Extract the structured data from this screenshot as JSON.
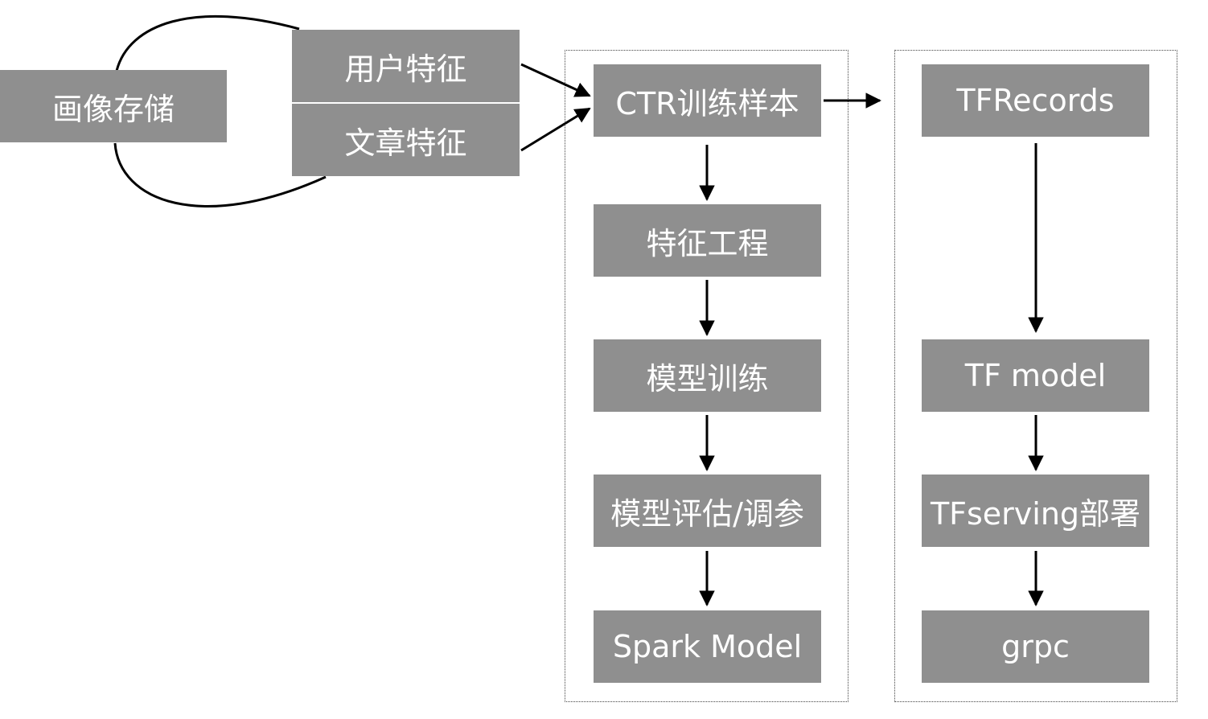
{
  "colors": {
    "box_fill": "#8f8f8f",
    "box_text": "#ffffff",
    "line": "#000000",
    "group_border": "#444444"
  },
  "nodes": {
    "portrait_storage": "画像存储",
    "user_features": "用户特征",
    "article_features": "文章特征",
    "ctr_samples": "CTR训练样本",
    "feature_engineering": "特征工程",
    "model_training": "模型训练",
    "model_eval": "模型评估/调参",
    "spark_model": "Spark Model",
    "tfrecords": "TFRecords",
    "tf_model": "TF model",
    "tfserving": "TFserving部署",
    "grpc": "grpc"
  },
  "edges": [
    [
      "user_features",
      "ctr_samples"
    ],
    [
      "article_features",
      "ctr_samples"
    ],
    [
      "ctr_samples",
      "tfrecords"
    ],
    [
      "ctr_samples",
      "feature_engineering"
    ],
    [
      "feature_engineering",
      "model_training"
    ],
    [
      "model_training",
      "model_eval"
    ],
    [
      "model_eval",
      "spark_model"
    ],
    [
      "tfrecords",
      "tf_model"
    ],
    [
      "tf_model",
      "tfserving"
    ],
    [
      "tfserving",
      "grpc"
    ]
  ]
}
